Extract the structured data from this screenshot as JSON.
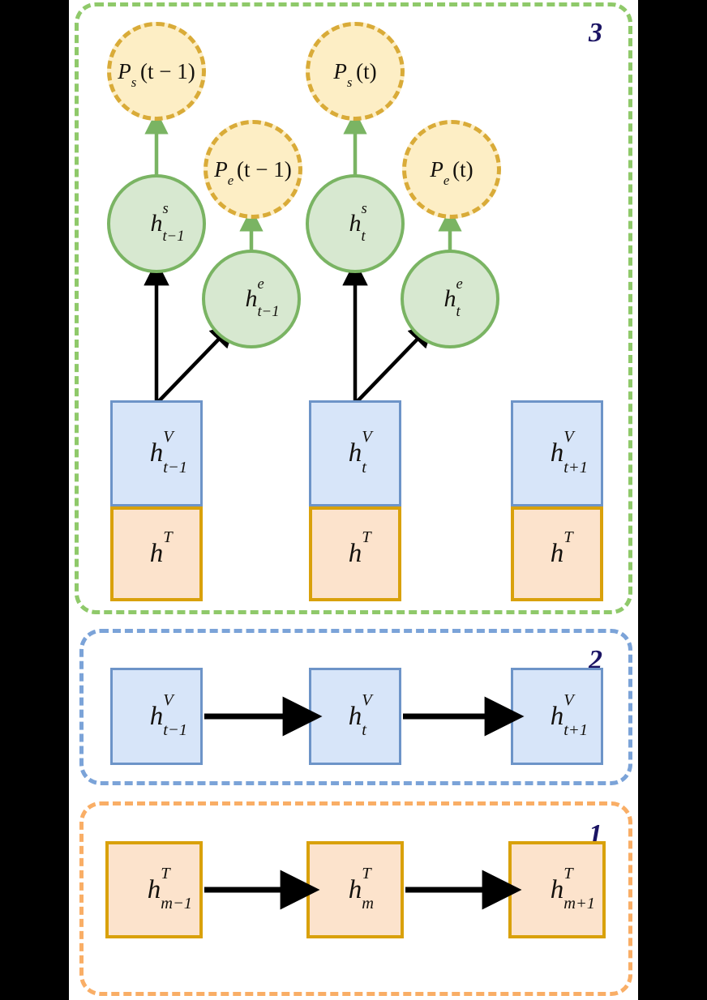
{
  "figure": {
    "title": "Three-layer hierarchical sequence model diagram",
    "colors": {
      "layer3_border": "#8fc96a",
      "layer2_border": "#7ba3d8",
      "layer1_border": "#f9ae66",
      "visual_box_fill": "#d7e5f9",
      "visual_box_border": "#6d94c8",
      "text_box_fill": "#fce3cc",
      "text_box_border": "#d9a10b",
      "hidden_circle_fill": "#d7e8d0",
      "hidden_circle_border": "#7ab463",
      "prob_circle_fill": "#fdeec5",
      "prob_circle_border": "#d9ab38",
      "layer_number_color": "#1b1464",
      "arrow_black": "#000000",
      "arrow_green": "#7ab463"
    }
  },
  "layers": [
    {
      "id": "layer-1",
      "number": "1",
      "nodes": [
        {
          "name": "h-T-m-minus-1",
          "base": "h",
          "sup": "T",
          "sub": "m−1"
        },
        {
          "name": "h-T-m",
          "base": "h",
          "sup": "T",
          "sub": "m"
        },
        {
          "name": "h-T-m-plus-1",
          "base": "h",
          "sup": "T",
          "sub": "m+1"
        }
      ],
      "connections": [
        "h-T-m-minus-1 → h-T-m",
        "h-T-m → h-T-m-plus-1"
      ]
    },
    {
      "id": "layer-2",
      "number": "2",
      "nodes": [
        {
          "name": "h-V-t-minus-1",
          "base": "h",
          "sup": "V",
          "sub": "t−1"
        },
        {
          "name": "h-V-t",
          "base": "h",
          "sup": "V",
          "sub": "t"
        },
        {
          "name": "h-V-t-plus-1",
          "base": "h",
          "sup": "V",
          "sub": "t+1"
        }
      ],
      "connections": [
        "h-V-t-minus-1 → h-V-t",
        "h-V-t → h-V-t-plus-1"
      ]
    },
    {
      "id": "layer-3",
      "number": "3",
      "columns": [
        {
          "visual": {
            "name": "h-V-t-minus-1",
            "base": "h",
            "sup": "V",
            "sub": "t−1"
          },
          "text": {
            "name": "h-T",
            "base": "h",
            "sup": "T",
            "sub": ""
          },
          "start_hidden": {
            "name": "h-s-t-minus-1",
            "base": "h",
            "sup": "s",
            "sub": "t−1"
          },
          "end_hidden": {
            "name": "h-e-t-minus-1",
            "base": "h",
            "sup": "e",
            "sub": "t−1"
          },
          "start_prob": {
            "name": "P-s-t-minus-1",
            "base": "P",
            "sub": "s",
            "arg": "(t − 1)"
          },
          "end_prob": {
            "name": "P-e-t-minus-1",
            "base": "P",
            "sub": "e",
            "arg": "(t − 1)"
          }
        },
        {
          "visual": {
            "name": "h-V-t",
            "base": "h",
            "sup": "V",
            "sub": "t"
          },
          "text": {
            "name": "h-T",
            "base": "h",
            "sup": "T",
            "sub": ""
          },
          "start_hidden": {
            "name": "h-s-t",
            "base": "h",
            "sup": "s",
            "sub": "t"
          },
          "end_hidden": {
            "name": "h-e-t",
            "base": "h",
            "sup": "e",
            "sub": "t"
          },
          "start_prob": {
            "name": "P-s-t",
            "base": "P",
            "sub": "s",
            "arg": "(t)"
          },
          "end_prob": {
            "name": "P-e-t",
            "base": "P",
            "sub": "e",
            "arg": "(t)"
          }
        },
        {
          "visual": {
            "name": "h-V-t-plus-1",
            "base": "h",
            "sup": "V",
            "sub": "t+1"
          },
          "text": {
            "name": "h-T",
            "base": "h",
            "sup": "T",
            "sub": ""
          },
          "start_hidden": null,
          "end_hidden": null,
          "start_prob": null,
          "end_prob": null
        }
      ]
    }
  ]
}
